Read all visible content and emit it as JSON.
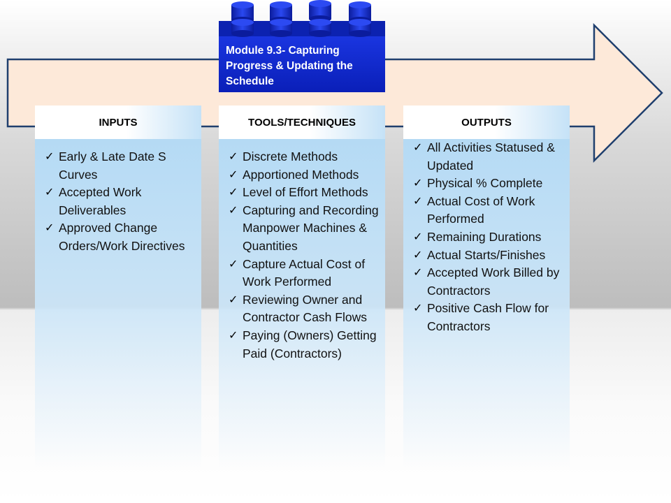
{
  "module": {
    "title": "Module 9.3- Capturing Progress & Updating the Schedule"
  },
  "check_icon": "check-mark-icon",
  "colors": {
    "arrow_fill": "#fde9d9",
    "arrow_stroke": "#1f3f6e",
    "lego_blue": "#0a24c8",
    "column_blue": "#b0d8f4"
  },
  "columns": [
    {
      "header": "INPUTS",
      "items": [
        "Early & Late Date S Curves",
        "Accepted Work Deliverables",
        "Approved Change Orders/Work Directives"
      ]
    },
    {
      "header": "TOOLS/TECHNIQUES",
      "items": [
        "Discrete Methods",
        "Apportioned Methods",
        "Level of Effort Methods",
        "Capturing and Recording Manpower Machines & Quantities",
        "Capture Actual Cost of Work Performed",
        "Reviewing Owner and Contractor Cash Flows",
        "Paying (Owners) Getting Paid (Contractors)"
      ]
    },
    {
      "header": "OUTPUTS",
      "items": [
        "All Activities Statused & Updated",
        "Physical % Complete",
        "Actual Cost of Work Performed",
        "Remaining Durations",
        "Actual Starts/Finishes",
        "Accepted Work Billed by Contractors",
        "Positive Cash Flow for Contractors"
      ]
    }
  ]
}
